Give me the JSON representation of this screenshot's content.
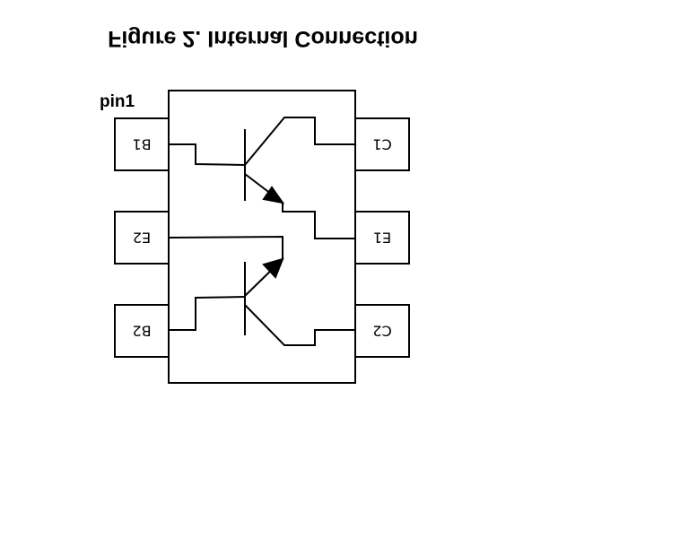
{
  "figure": {
    "title": "Figure 2. Internal Connection",
    "pin1_marker": "pin1",
    "mirrored": true
  },
  "pins": {
    "b1": "B1",
    "e2": "E2",
    "b2": "B2",
    "c1": "C1",
    "e1": "E1",
    "c2": "C2"
  },
  "colors": {
    "line": "#000000",
    "background": "#ffffff"
  }
}
